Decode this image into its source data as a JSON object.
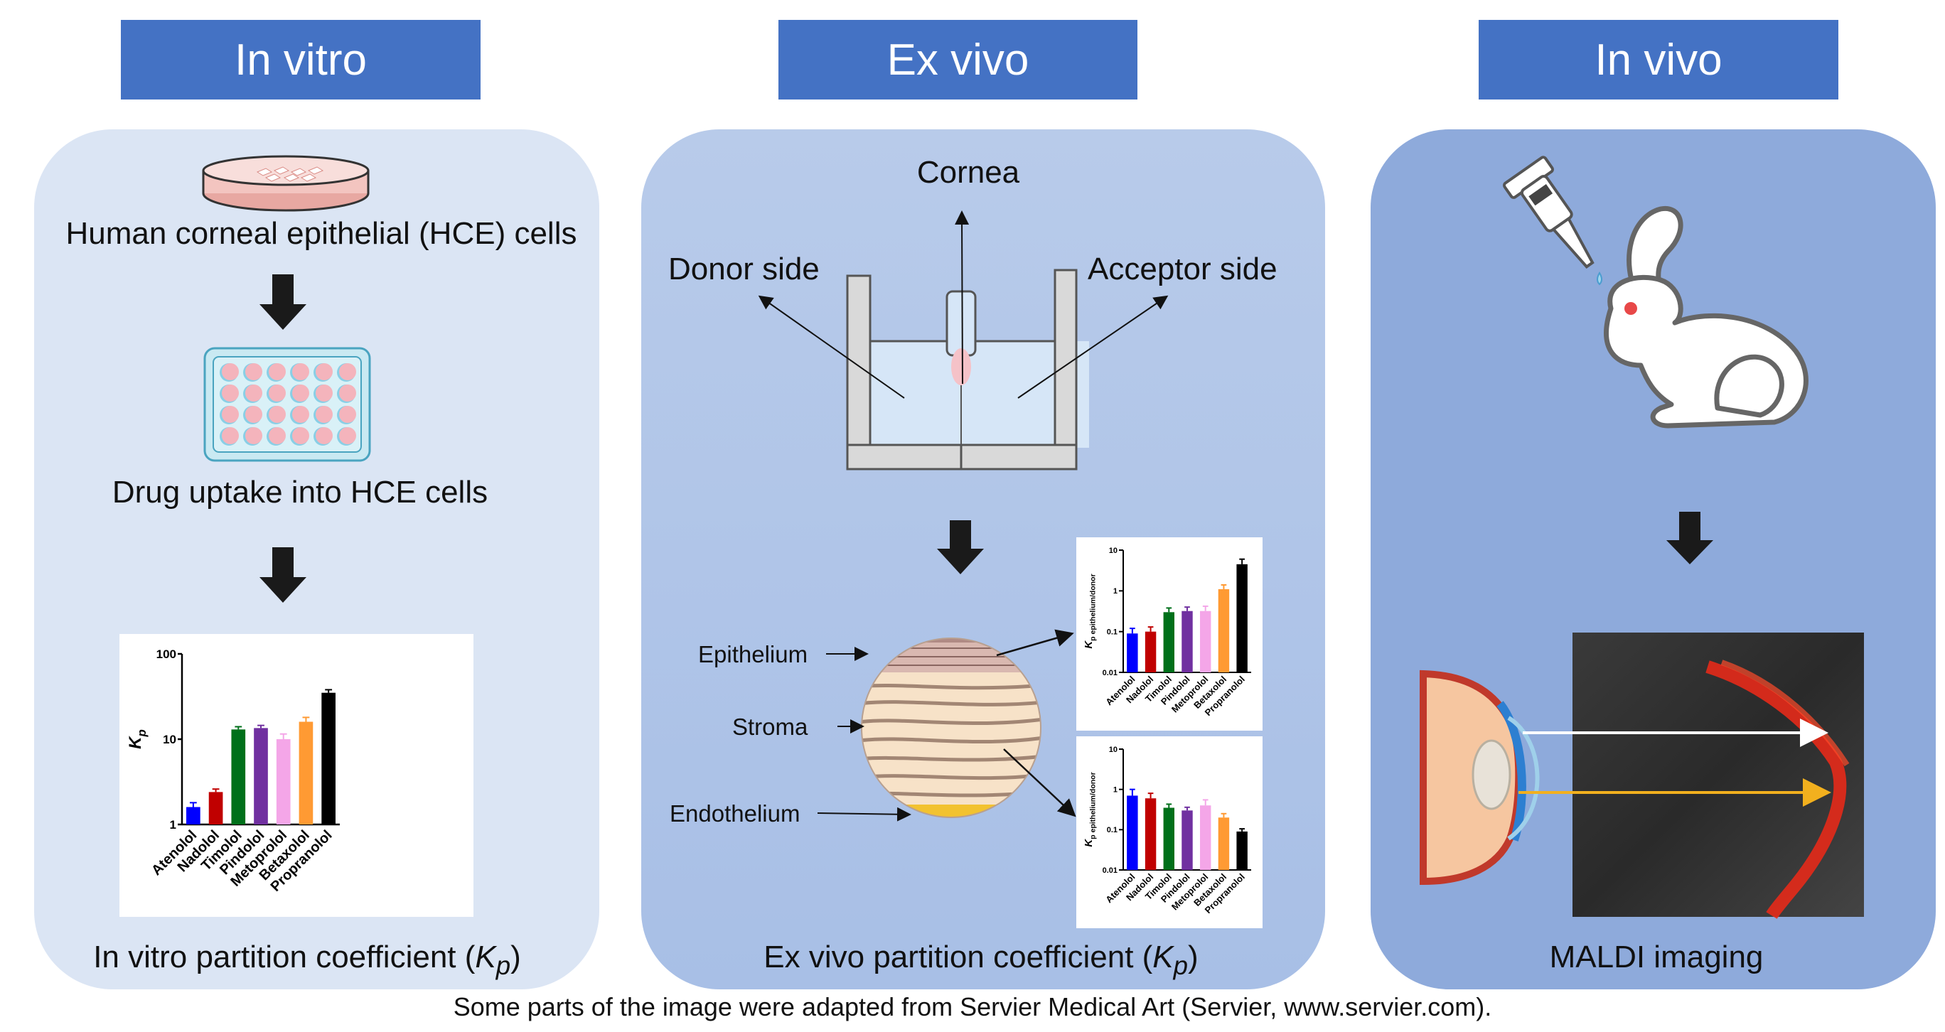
{
  "headers": {
    "in_vitro": "In vitro",
    "ex_vivo": "Ex vivo",
    "in_vivo": "In vivo"
  },
  "in_vitro": {
    "cells_label": "Human corneal epithelial (HCE) cells",
    "uptake_label": "Drug uptake into HCE cells",
    "result_prefix": "In vitro partition coefficient (",
    "result_k": "K",
    "result_sub": "p",
    "result_suffix": ")"
  },
  "ex_vivo": {
    "cornea_label": "Cornea",
    "donor_label": "Donor side",
    "acceptor_label": "Acceptor side",
    "epithelium_label": "Epithelium",
    "stroma_label": "Stroma",
    "endothelium_label": "Endothelium",
    "result_prefix": "Ex vivo partition coefficient (",
    "result_k": "K",
    "result_sub": "p",
    "result_suffix": ")"
  },
  "in_vivo": {
    "result_label": "MALDI imaging"
  },
  "footer": "Some parts of the image were adapted from Servier Medical Art (Servier, www.servier.com).",
  "colors": {
    "header": "#4472c4",
    "panel_left": "#dbe5f4",
    "panel_mid": "#b5c8e8",
    "panel_right": "#8eaadb",
    "bars": [
      "#0000ff",
      "#c00000",
      "#00701a",
      "#7030a0",
      "#f4a6e8",
      "#ff9a33",
      "#000000"
    ]
  },
  "chart_data": [
    {
      "type": "bar",
      "ylabel_k": "K",
      "ylabel_sub": "p",
      "categories": [
        "Atenolol",
        "Nadolol",
        "Timolol",
        "Pindolol",
        "Metoprolol",
        "Betaxolol",
        "Propranolol"
      ],
      "values": [
        1.6,
        2.4,
        13,
        13.5,
        10,
        16,
        35
      ],
      "errors": [
        0.2,
        0.2,
        1.0,
        1.0,
        1.5,
        2.0,
        3.0
      ],
      "ylim": [
        1,
        100
      ],
      "yscale": "log",
      "yticks": [
        "1",
        "10",
        "100"
      ]
    },
    {
      "type": "bar",
      "ylabel_k": "K",
      "ylabel_sub": "p epithelium/donor",
      "categories": [
        "Atenolol",
        "Nadolol",
        "Timolol",
        "Pindolol",
        "Metoprolol",
        "Betaxolol",
        "Propranolol"
      ],
      "values": [
        0.09,
        0.1,
        0.3,
        0.32,
        0.32,
        1.1,
        4.5
      ],
      "errors": [
        0.03,
        0.03,
        0.08,
        0.08,
        0.1,
        0.3,
        1.5
      ],
      "ylim": [
        0.01,
        10
      ],
      "yscale": "log",
      "yticks": [
        "0.01",
        "0.1",
        "1",
        "10"
      ]
    },
    {
      "type": "bar",
      "ylabel_k": "K",
      "ylabel_sub": "p epithelium/donor",
      "categories": [
        "Atenolol",
        "Nadolol",
        "Timolol",
        "Pindolol",
        "Metoprolol",
        "Betaxolol",
        "Propranolol"
      ],
      "values": [
        0.7,
        0.6,
        0.35,
        0.3,
        0.4,
        0.2,
        0.09
      ],
      "errors": [
        0.3,
        0.2,
        0.08,
        0.06,
        0.15,
        0.05,
        0.015
      ],
      "ylim": [
        0.01,
        10
      ],
      "yscale": "log",
      "yticks": [
        "0.01",
        "0.1",
        "1",
        "10"
      ]
    }
  ]
}
